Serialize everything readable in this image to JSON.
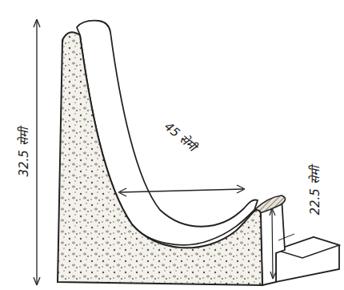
{
  "diagram": {
    "labels": [
      "32.5 सेमी",
      "45 सेमी",
      "22.5 सेमी"
    ]
  }
}
